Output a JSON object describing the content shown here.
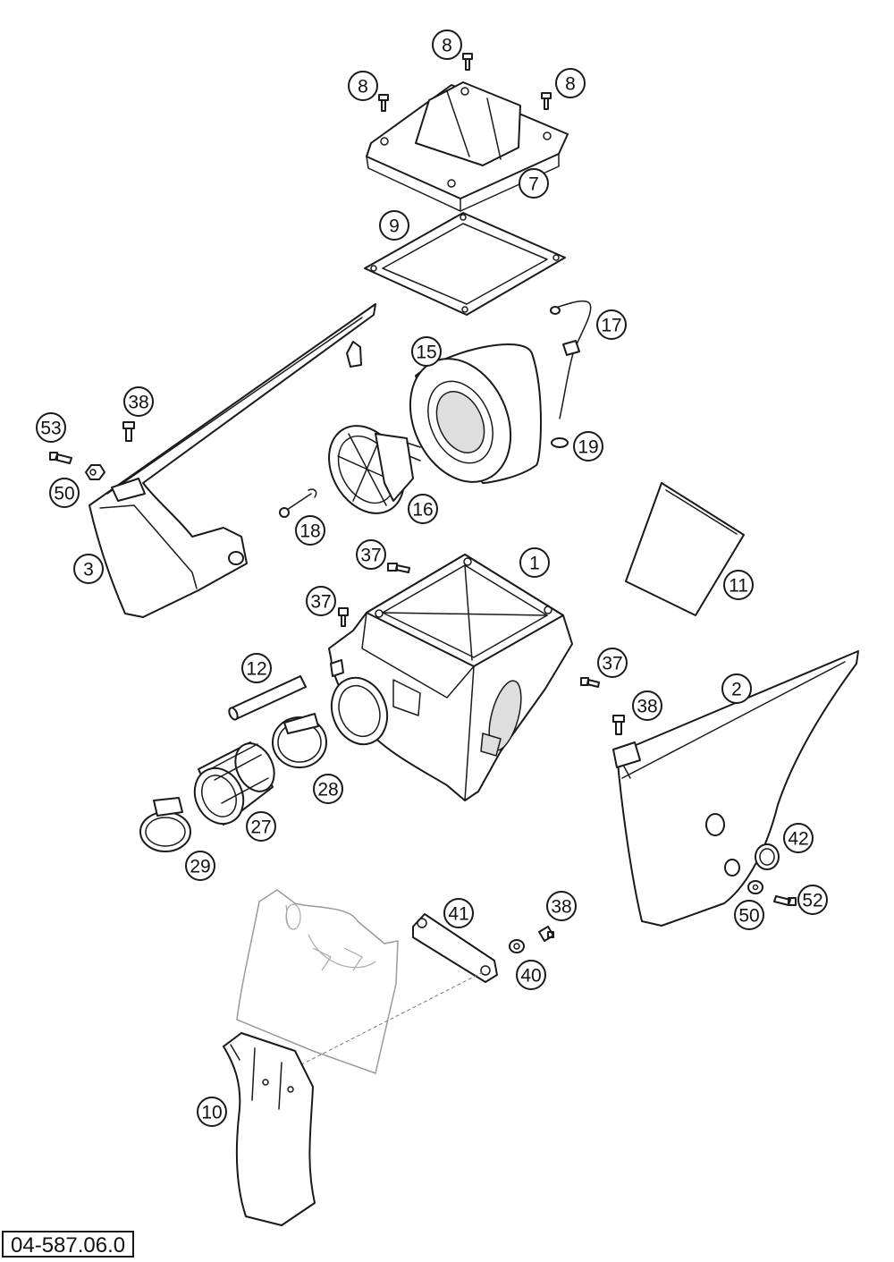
{
  "diagram": {
    "reference_code": "04-587.06.0",
    "callouts": [
      "8",
      "8",
      "8",
      "7",
      "9",
      "17",
      "15",
      "19",
      "16",
      "18",
      "38",
      "53",
      "50",
      "3",
      "1",
      "37",
      "37",
      "11",
      "12",
      "37",
      "38",
      "2",
      "28",
      "27",
      "29",
      "42",
      "50",
      "52",
      "41",
      "38",
      "40",
      "10"
    ]
  }
}
